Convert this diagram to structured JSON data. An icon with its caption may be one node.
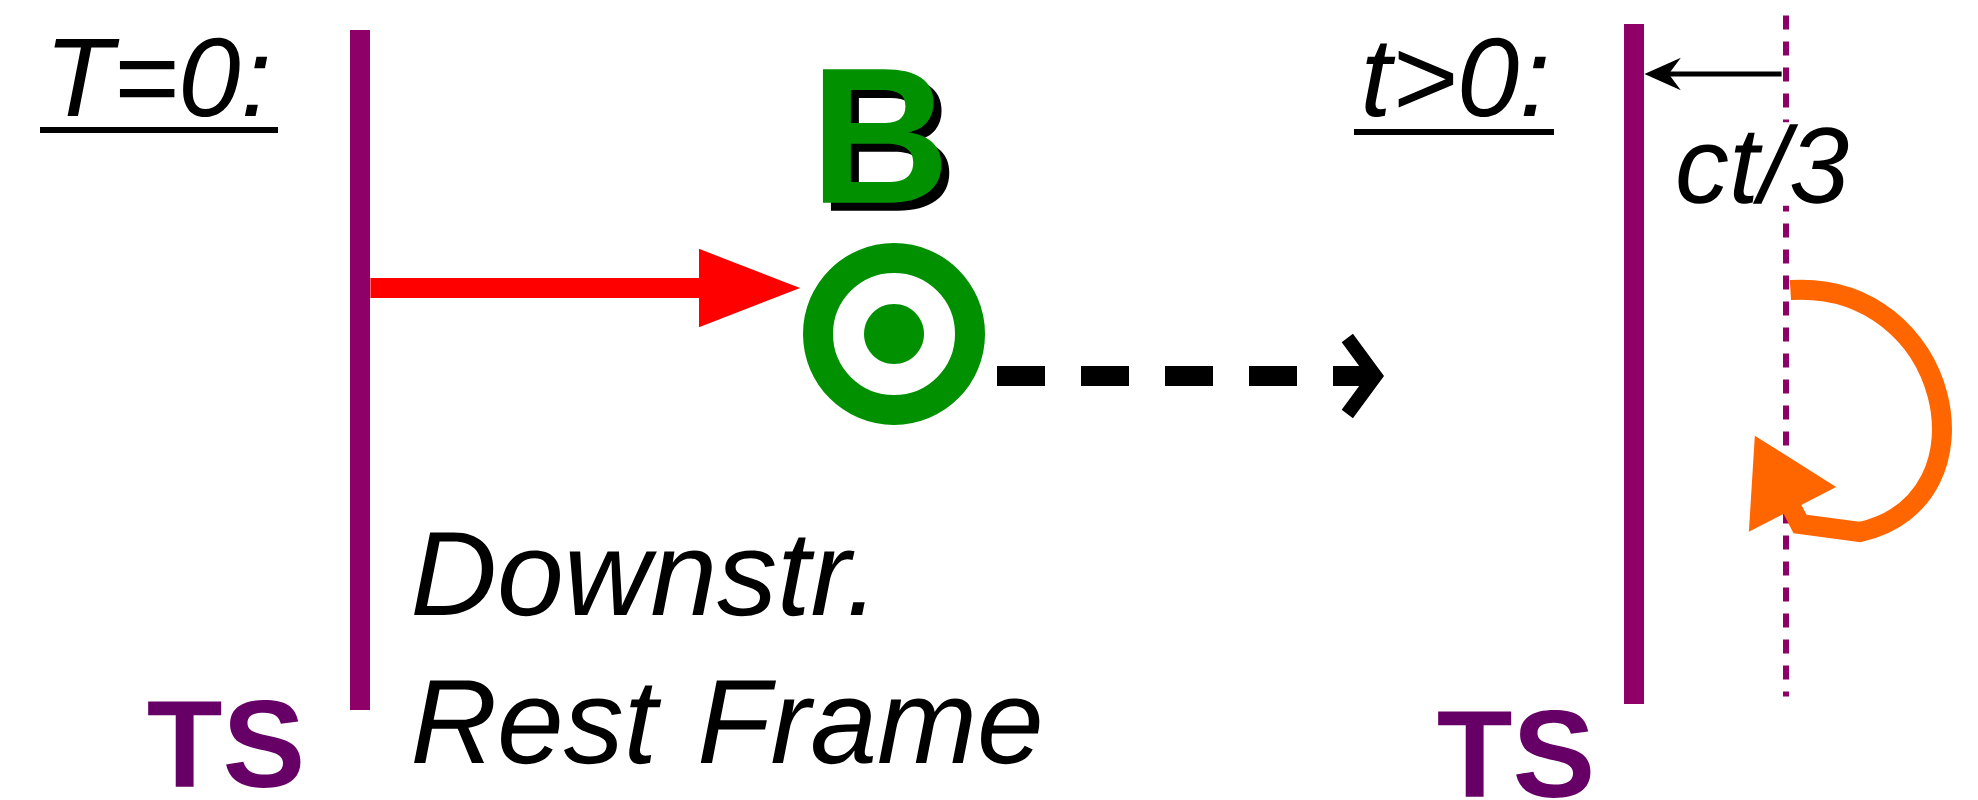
{
  "diagram": {
    "nodes": [
      {
        "text": [],
        "shape": "bar",
        "beside": [
          "TS"
        ]
      },
      {
        "text": [
          "B"
        ]
      },
      {
        "text": [],
        "shape": "bar",
        "beside": [
          "TS"
        ]
      },
      {
        "text": [],
        "shape": "line"
      }
    ],
    "edges": [
      {
        "from": 0,
        "to": 1,
        "arrow": "to",
        "color": "#ff0000"
      },
      {
        "from": 1,
        "to": null,
        "arrow": "to",
        "style": "dashed"
      },
      {
        "from": 3,
        "to": 3,
        "arrow": "to",
        "color": "#ff6600"
      },
      {
        "from": 3,
        "to": 2,
        "arrow": "to",
        "label": "ct/3"
      }
    ],
    "labels": [
      "T=0:",
      "t>0:",
      "Downstr. Rest Frame"
    ]
  }
}
